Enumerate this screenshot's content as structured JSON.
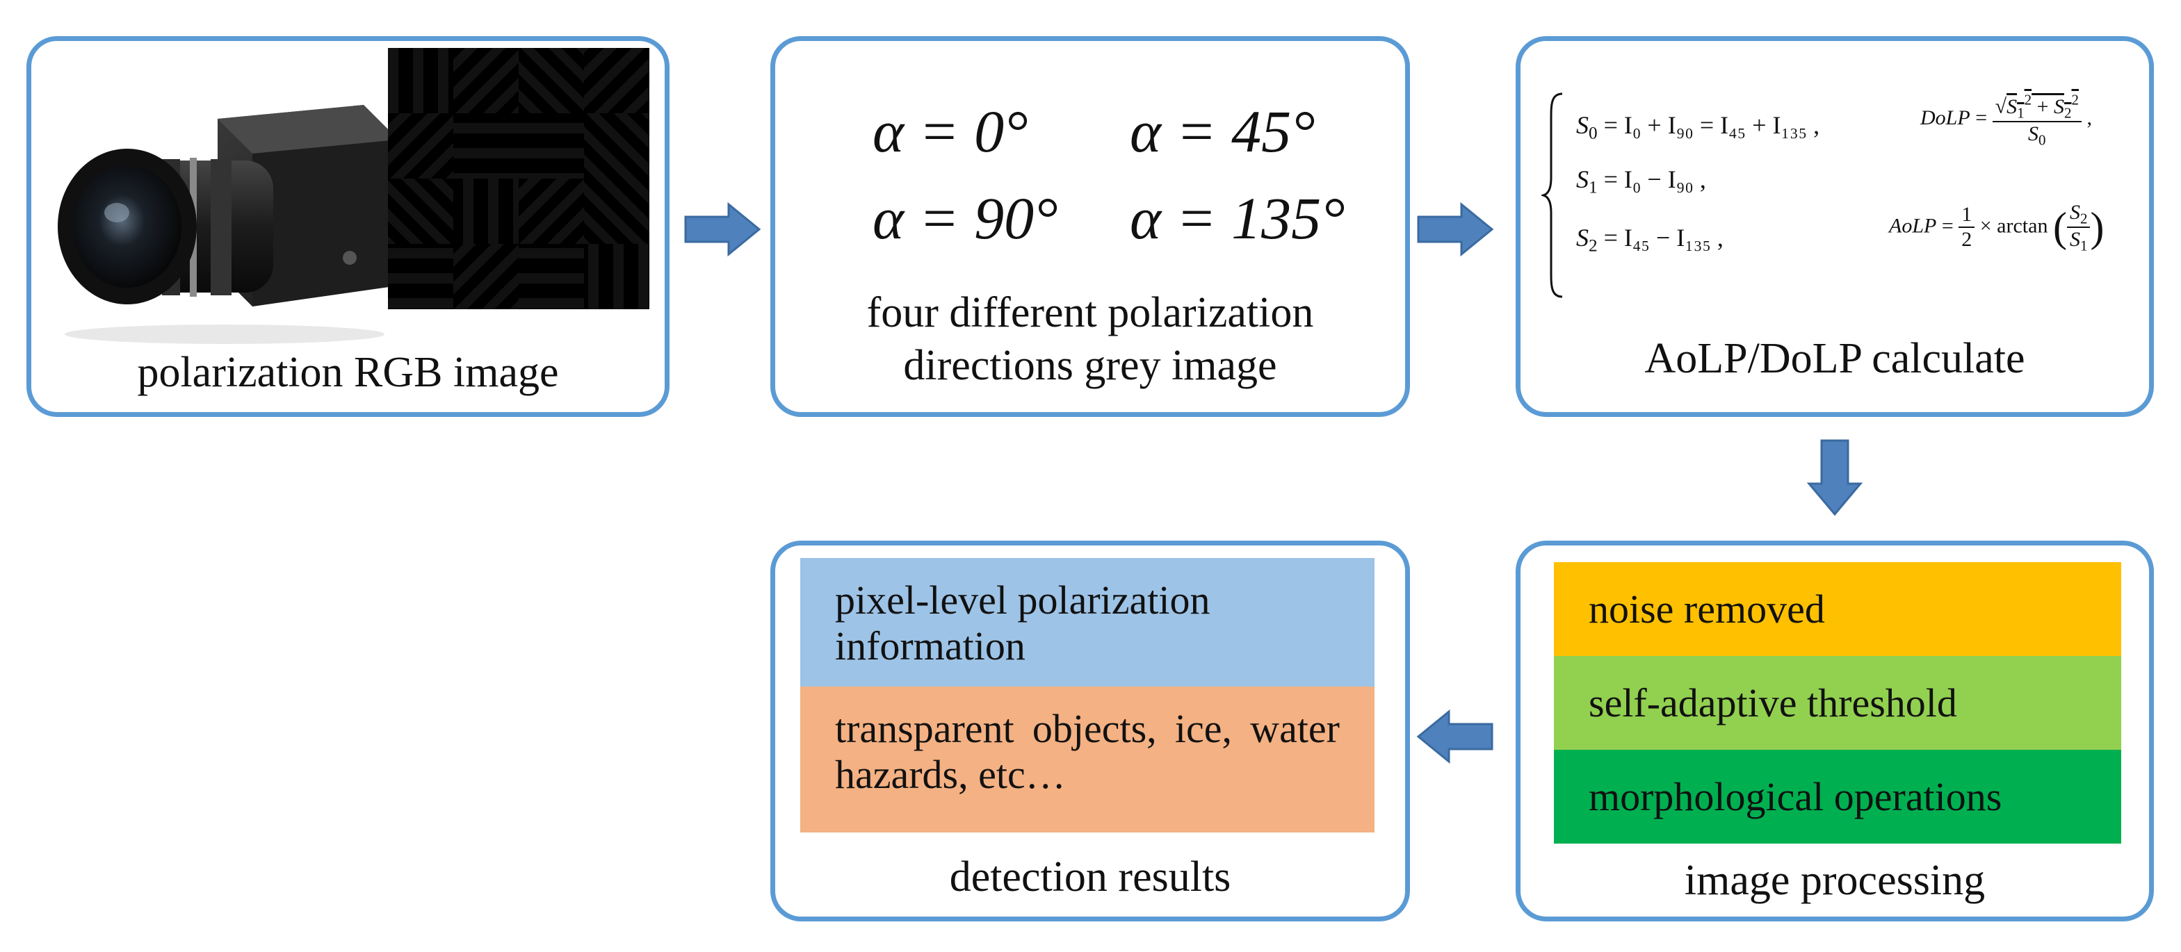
{
  "colors": {
    "box_border": "#5b9bd5",
    "arrow_fill": "#4f81bd",
    "band_blue": "#9dc3e6",
    "band_orange": "#f4b183",
    "band_yellow": "#ffc000",
    "band_lightgreen": "#92d050",
    "band_green": "#00b050",
    "pattern_red": "#ff1a1a",
    "pattern_green": "#1faa4a",
    "pattern_blue": "#19aee6"
  },
  "nodes": {
    "rgb_image": {
      "caption": "polarization RGB image"
    },
    "grey_image": {
      "angles": [
        "α = 0°",
        "α = 45°",
        "α = 90°",
        "α = 135°"
      ],
      "caption_line1": "four different polarization",
      "caption_line2": "directions grey image"
    },
    "calculate": {
      "caption": "AoLP/DoLP calculate",
      "equations": {
        "s0": "= I₀ + I₉₀ = I₄₅ + I₁₃₅ ,",
        "s1": "= I₀ − I₉₀ ,",
        "s2": "= I₄₅ − I₁₃₅ ,",
        "dolp_label": "DoLP",
        "aolp_label": "AoLP",
        "aolp_fn": "× arctan"
      }
    },
    "processing": {
      "caption": "image processing",
      "steps": [
        "noise removed",
        "self-adaptive threshold",
        "morphological operations"
      ]
    },
    "results": {
      "caption": "detection results",
      "items": [
        "pixel-level polarization information",
        "transparent objects, ice, water hazards, etc…"
      ]
    }
  },
  "arrows": [
    {
      "from": "rgb_image",
      "to": "grey_image",
      "direction": "right"
    },
    {
      "from": "grey_image",
      "to": "calculate",
      "direction": "right"
    },
    {
      "from": "calculate",
      "to": "processing",
      "direction": "down"
    },
    {
      "from": "processing",
      "to": "results",
      "direction": "left"
    }
  ]
}
